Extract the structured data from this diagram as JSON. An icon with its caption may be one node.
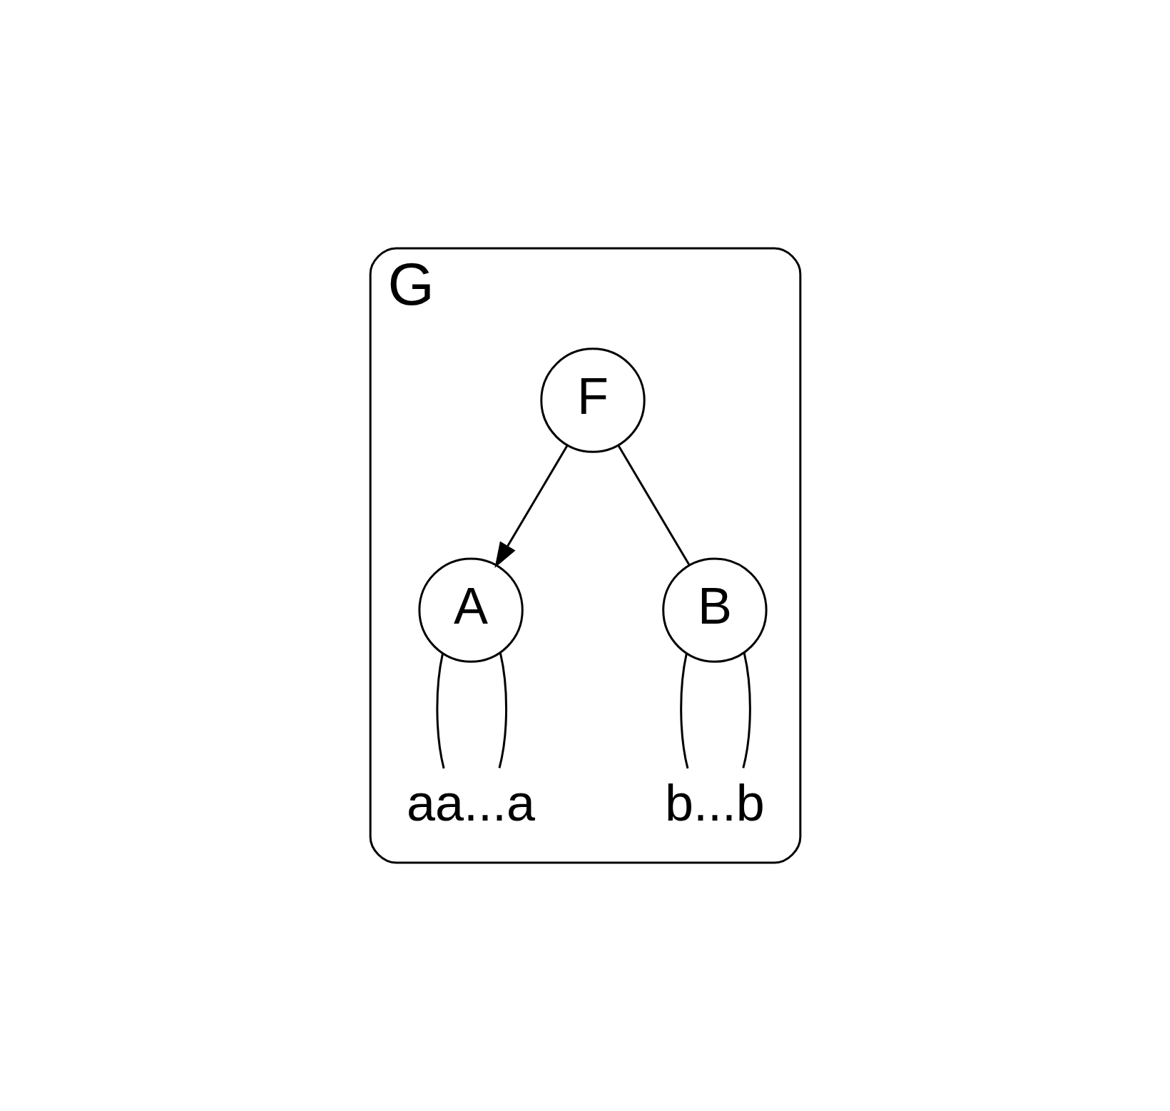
{
  "diagram": {
    "nodes": [
      {
        "text": [
          "G"
        ]
      },
      {
        "text": [
          "F"
        ],
        "in": 0
      },
      {
        "text": [
          "A"
        ],
        "in": 0
      },
      {
        "text": [
          "B"
        ],
        "in": 0
      },
      {
        "text": [
          "aa...a"
        ],
        "in": 0
      },
      {
        "text": [
          "b...b"
        ],
        "in": 0
      }
    ],
    "edges": [
      {
        "from": 1,
        "to": 2,
        "arrow": "to"
      },
      {
        "from": 1,
        "to": 3,
        "arrow": "none"
      },
      {
        "from": 2,
        "to": 4,
        "arrow": "none"
      },
      {
        "from": 2,
        "to": 4,
        "arrow": "none"
      },
      {
        "from": 3,
        "to": 5,
        "arrow": "none"
      },
      {
        "from": 3,
        "to": 5,
        "arrow": "none"
      }
    ]
  }
}
